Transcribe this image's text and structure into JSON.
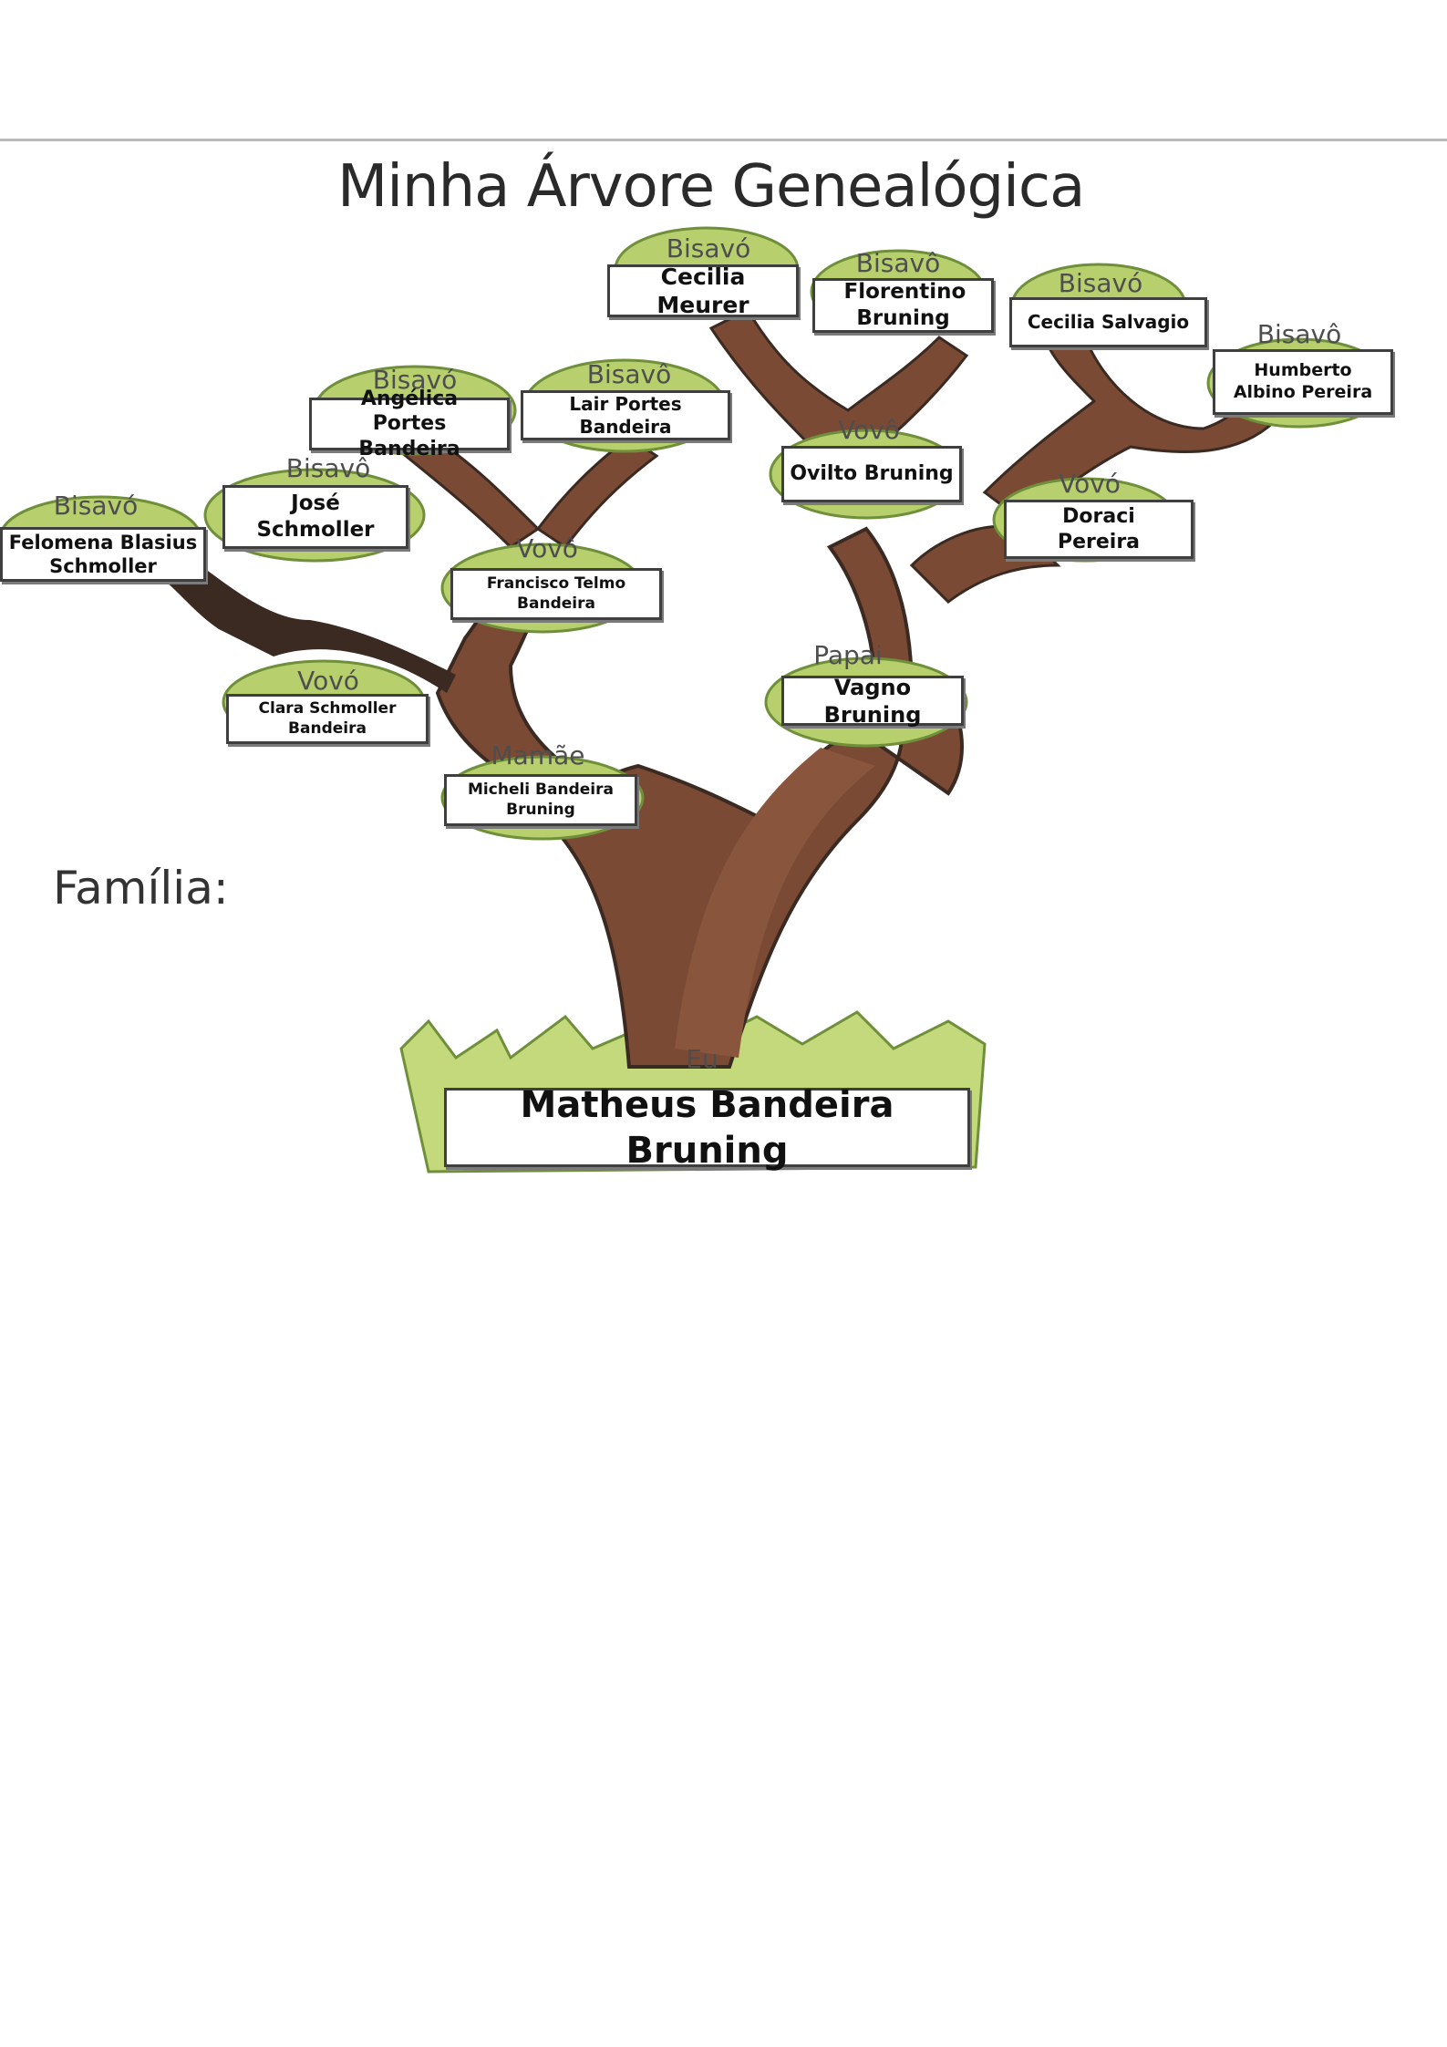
{
  "title": "Minha Árvore Genealógica",
  "familia_label": "Família:",
  "tree": {
    "eu": {
      "role": "Eu",
      "name": "Matheus Bandeira Bruning"
    },
    "mamae": {
      "role": "Mamãe",
      "name": "Micheli Bandeira Bruning"
    },
    "papai": {
      "role": "Papai",
      "name": "Vagno Bruning"
    },
    "vovo_materna": {
      "role": "Vovó",
      "name": "Clara Schmoller Bandeira"
    },
    "vovo_materno": {
      "role": "Vovô",
      "name": "Francisco Telmo Bandeira"
    },
    "vovo_paterno": {
      "role": "Vovô",
      "name": "Ovilto Bruning"
    },
    "vovo_paterna": {
      "role": "Vovó",
      "name": "Doraci Pereira"
    },
    "bisavo_felomena": {
      "role": "Bisavó",
      "name": "Felomena Blasius Schmoller"
    },
    "bisavo_jose": {
      "role": "Bisavô",
      "name": "José Schmoller"
    },
    "bisavo_angelica": {
      "role": "Bisavó",
      "name": "Angélica Portes Bandeira"
    },
    "bisavo_lair": {
      "role": "Bisavô",
      "name": "Lair Portes Bandeira"
    },
    "bisavo_cecilia_meurer": {
      "role": "Bisavó",
      "name": "Cecilia Meurer"
    },
    "bisavo_florentino": {
      "role": "Bisavô",
      "name": "Florentino Bruning"
    },
    "bisavo_cecilia_salvagio": {
      "role": "Bisavó",
      "name": "Cecilia Salvagio"
    },
    "bisavo_humberto": {
      "role": "Bisavô",
      "name": "Humberto Albino Pereira"
    }
  },
  "colors": {
    "trunk": "#7b4a35",
    "trunk_dark": "#3a2a22",
    "foliage": "#b8cf6e",
    "foliage_dark": "#6f8f3a",
    "grass": "#c4d97c"
  }
}
